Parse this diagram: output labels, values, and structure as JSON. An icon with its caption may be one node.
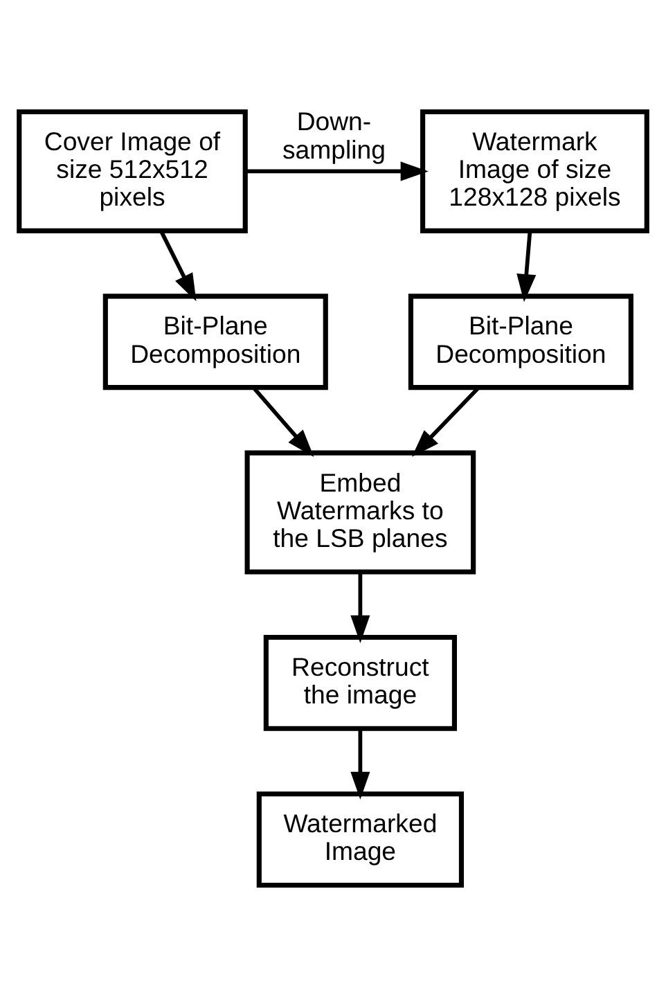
{
  "diagram": {
    "nodes": [
      {
        "text": [
          "Cover Image of size 512x512 pixels"
        ]
      },
      {
        "text": [
          "Watermark Image of size 128x128 pixels"
        ]
      },
      {
        "text": [
          "Bit-Plane Decomposition"
        ]
      },
      {
        "text": [
          "Bit-Plane Decomposition"
        ]
      },
      {
        "text": [
          "Embed Watermarks to the LSB planes"
        ]
      },
      {
        "text": [
          "Reconstruct the image"
        ]
      },
      {
        "text": [
          "Watermarked Image"
        ]
      }
    ],
    "edges": [
      {
        "from": 0,
        "to": 1,
        "arrow": "to",
        "label": "Down- sampling"
      },
      {
        "from": 0,
        "to": 2,
        "arrow": "to"
      },
      {
        "from": 1,
        "to": 3,
        "arrow": "to"
      },
      {
        "from": 2,
        "to": 4,
        "arrow": "to"
      },
      {
        "from": 3,
        "to": 4,
        "arrow": "to"
      },
      {
        "from": 4,
        "to": 5,
        "arrow": "to"
      },
      {
        "from": 5,
        "to": 6,
        "arrow": "to"
      }
    ]
  }
}
